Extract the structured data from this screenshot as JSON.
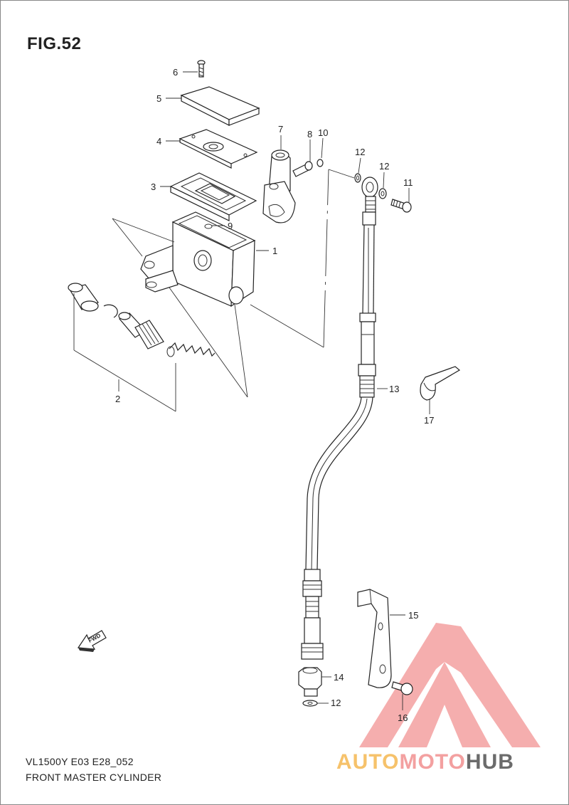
{
  "figure": {
    "title": "FIG.52",
    "caption_line1": "VL1500Y E03 E28_052",
    "caption_line2": "FRONT MASTER CYLINDER"
  },
  "fwd_label": "FWD",
  "callouts": [
    {
      "id": "c6",
      "text": "6"
    },
    {
      "id": "c5",
      "text": "5"
    },
    {
      "id": "c4",
      "text": "4"
    },
    {
      "id": "c3",
      "text": "3"
    },
    {
      "id": "c9",
      "text": "9"
    },
    {
      "id": "c1",
      "text": "1"
    },
    {
      "id": "c2",
      "text": "2"
    },
    {
      "id": "c7",
      "text": "7"
    },
    {
      "id": "c8",
      "text": "8"
    },
    {
      "id": "c10",
      "text": "10"
    },
    {
      "id": "c12a",
      "text": "12"
    },
    {
      "id": "c12b",
      "text": "12"
    },
    {
      "id": "c11",
      "text": "11"
    },
    {
      "id": "c13",
      "text": "13"
    },
    {
      "id": "c17",
      "text": "17"
    },
    {
      "id": "c15",
      "text": "15"
    },
    {
      "id": "c14",
      "text": "14"
    },
    {
      "id": "c16",
      "text": "16"
    },
    {
      "id": "c12c",
      "text": "12"
    }
  ],
  "watermark": {
    "part1": "AUTO",
    "part2": "MOTO",
    "part3": "HUB",
    "colors": {
      "auto": "#f6c26b",
      "moto": "#f3a0a0",
      "hub": "#6b6b6b",
      "logo": "#f4a0a0"
    }
  }
}
